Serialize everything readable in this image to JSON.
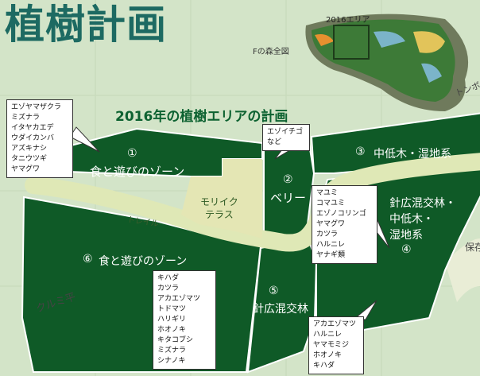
{
  "header": {
    "title": "植樹計画",
    "subtitle": "2016年の植樹エリアの計画"
  },
  "overview": {
    "forest_label": "Fの森全図",
    "year_label": "2016エリア"
  },
  "map_labels": {
    "trail": "トレイル",
    "terrace": "モリイク\nテラス",
    "kurumi": "クルミ平",
    "right_top": "トンボ",
    "right_mid": "保存"
  },
  "zones": [
    {
      "id": "zone-1",
      "number": "①",
      "name": "食と遊びのゾーン"
    },
    {
      "id": "zone-2",
      "number": "②",
      "name": "ベリー"
    },
    {
      "id": "zone-3",
      "number": "③",
      "name": "中低木・湿地系"
    },
    {
      "id": "zone-4",
      "number": "④",
      "name": "針広混交林・\n中低木・\n湿地系"
    },
    {
      "id": "zone-5",
      "number": "⑤",
      "name": "針広混交林"
    },
    {
      "id": "zone-6",
      "number": "⑥",
      "name": "食と遊びのゾーン"
    }
  ],
  "species_lists": {
    "zone_1": [
      "エゾヤマザクラ",
      "ミズナラ",
      "イタヤカエデ",
      "ウダイカンバ",
      "アズキナシ",
      "タニウツギ",
      "ヤマグワ"
    ],
    "zone_2": [
      "エゾイチゴ",
      "など"
    ],
    "zone_4": [
      "マユミ",
      "コマユミ",
      "エゾノコリンゴ",
      "ヤマグワ",
      "カツラ",
      "ハルニレ",
      "ヤナギ類"
    ],
    "zone_6": [
      "キハダ",
      "カツラ",
      "アカエゾマツ",
      "トドマツ",
      "ハリギリ",
      "ホオノキ",
      "キタコブシ",
      "ミズナラ",
      "シナノキ"
    ],
    "zone_5": [
      "アカエゾマツ",
      "ハルニレ",
      "ヤマモミジ",
      "ホオノキ",
      "キハダ"
    ]
  },
  "colors": {
    "background": "#d3e4c8",
    "forest_dark": "#0f5a27",
    "trail": "#dfe8b6",
    "terrace": "#e4e6b4",
    "title": "#1d6a62",
    "subtitle": "#0d6231",
    "overview_highlight": "#e7902f"
  }
}
